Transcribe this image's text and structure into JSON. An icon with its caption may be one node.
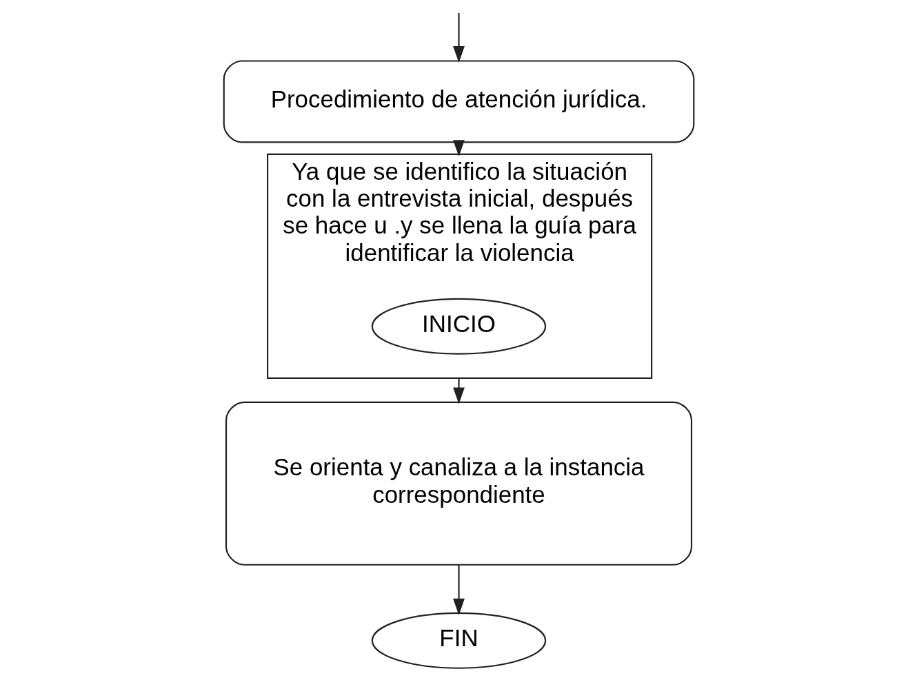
{
  "diagram": {
    "nodes": [
      {
        "text": [
          "Procedimiento de atención jurídica."
        ]
      },
      {
        "text": [
          "Ya que se identifico la situación con la entrevista inicial, después se hace u .y se llena la guía para identificar la violencia"
        ]
      },
      {
        "text": [
          "Se orienta y canaliza a la instancia correspondiente"
        ]
      },
      {
        "text": [
          "FIN"
        ]
      },
      {
        "text": [
          "INICIO"
        ],
        "in": 1
      }
    ],
    "edges": [
      {
        "from": null,
        "to": 0,
        "arrow": "to"
      },
      {
        "from": 0,
        "to": 1,
        "arrow": "to"
      },
      {
        "from": 1,
        "to": 2,
        "arrow": "to"
      },
      {
        "from": 2,
        "to": 3,
        "arrow": "to"
      }
    ]
  }
}
